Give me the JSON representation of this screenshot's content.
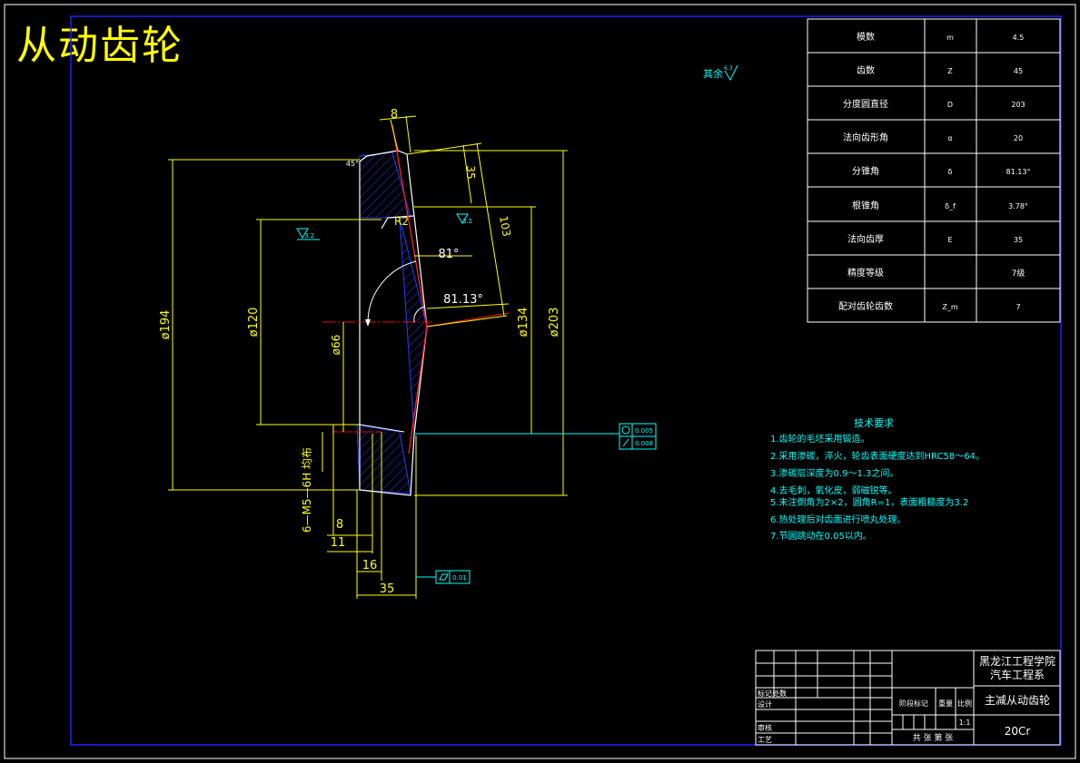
{
  "title": "从动齿轮",
  "roughness_rest": {
    "label": "其余",
    "value": "6.3"
  },
  "params_table": [
    {
      "name": "模数",
      "symbol": "m",
      "value": "4.5"
    },
    {
      "name": "齿数",
      "symbol": "Z",
      "value": "45"
    },
    {
      "name": "分度圆直径",
      "symbol": "D",
      "value": "203"
    },
    {
      "name": "法向齿形角",
      "symbol": "α",
      "value": "20"
    },
    {
      "name": "分锥角",
      "symbol": "δ",
      "value": "81.13°"
    },
    {
      "name": "根锥角",
      "symbol": "δ_f",
      "value": "3.78°"
    },
    {
      "name": "法向齿厚",
      "symbol": "E",
      "value": "35"
    },
    {
      "name": "精度等级",
      "symbol": "",
      "value": "7级"
    },
    {
      "name": "配对齿轮齿数",
      "symbol": "Z_m",
      "value": "7"
    }
  ],
  "dimensions": {
    "top_8": "8",
    "d35_vertical": "35",
    "d103": "103",
    "r2": "R2",
    "angle81": "81°",
    "angle81_13": "81.13°",
    "phi194": "ø194",
    "phi120": "ø120",
    "phi66": "ø66",
    "phi134": "ø134",
    "phi203": "ø203",
    "thread": "6—M5—6H 均布",
    "d8": "8",
    "d11": "11",
    "d16": "16",
    "d35": "35",
    "chamfer": "45°",
    "rough1": "3.2",
    "rough2": "3.2"
  },
  "tolerances": {
    "circularity": "0.005",
    "runout": "0.008",
    "flatness": "0.01"
  },
  "tech_requirements": {
    "heading": "技术要求",
    "items": [
      "1.齿轮的毛坯采用锻造。",
      "2.采用渗碳，淬火，轮齿表面硬度达到HRC58～64。",
      "3.渗碳层深度为0.9～1.3之间。",
      "4.去毛刺，氧化皮，弱磁锐等。",
      "5.未注倒角为2×2，圆角R=1，表面粗糙度为3.2",
      "6.热处理后对齿面进行喷丸处理。",
      "7.节圆跳动在0.05以内。"
    ]
  },
  "title_block": {
    "school": "黑龙江工程学院",
    "dept": "汽车工程系",
    "part_name": "主减从动齿轮",
    "material": "20Cr",
    "scale": "1:1",
    "mark": "标记处数",
    "design": "设计",
    "review": "审核",
    "process": "工艺",
    "stage": "阶段标记",
    "weight": "重量",
    "ratio": "比例",
    "sheets": "共 张  第 张"
  },
  "colors": {
    "frame": "#0000ff",
    "text": "#ffffff",
    "dimension": "#ffff00",
    "annotation": "#00ffff",
    "hatch": "#2040ff",
    "centerline": "#ff0000"
  }
}
